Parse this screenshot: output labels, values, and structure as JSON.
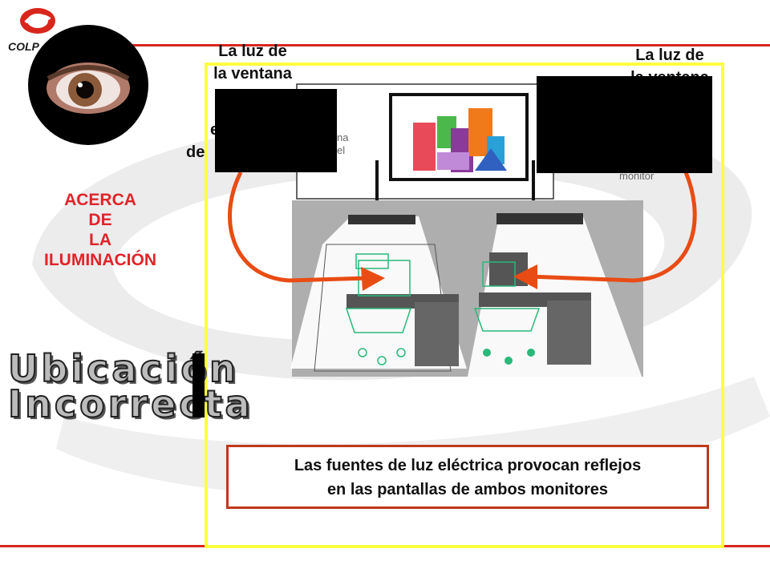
{
  "logo": {
    "text": "COLP"
  },
  "sidebar": {
    "heading_lines": [
      "ACERCA",
      "DE",
      "LA",
      "ILUMINACIÓN"
    ]
  },
  "labels": {
    "left_title_lines": [
      "La luz de",
      "la ventana"
    ],
    "left_hidden_lines": [
      "e",
      "de"
    ],
    "left_partial": [
      "na",
      "el"
    ],
    "right_title_lines": [
      "La luz de",
      "la ventana"
    ],
    "right_partial": "monitor"
  },
  "wordart": {
    "line1": "Ubicación",
    "line2": "Incorrecta"
  },
  "caption": {
    "line1": "Las fuentes de luz eléctrica provocan reflejos",
    "line2": "en las pantallas de ambos monitores"
  },
  "colors": {
    "accent_red": "#d8261c",
    "frame_yellow": "#ffff40",
    "arrow_orange": "#e84c14"
  }
}
